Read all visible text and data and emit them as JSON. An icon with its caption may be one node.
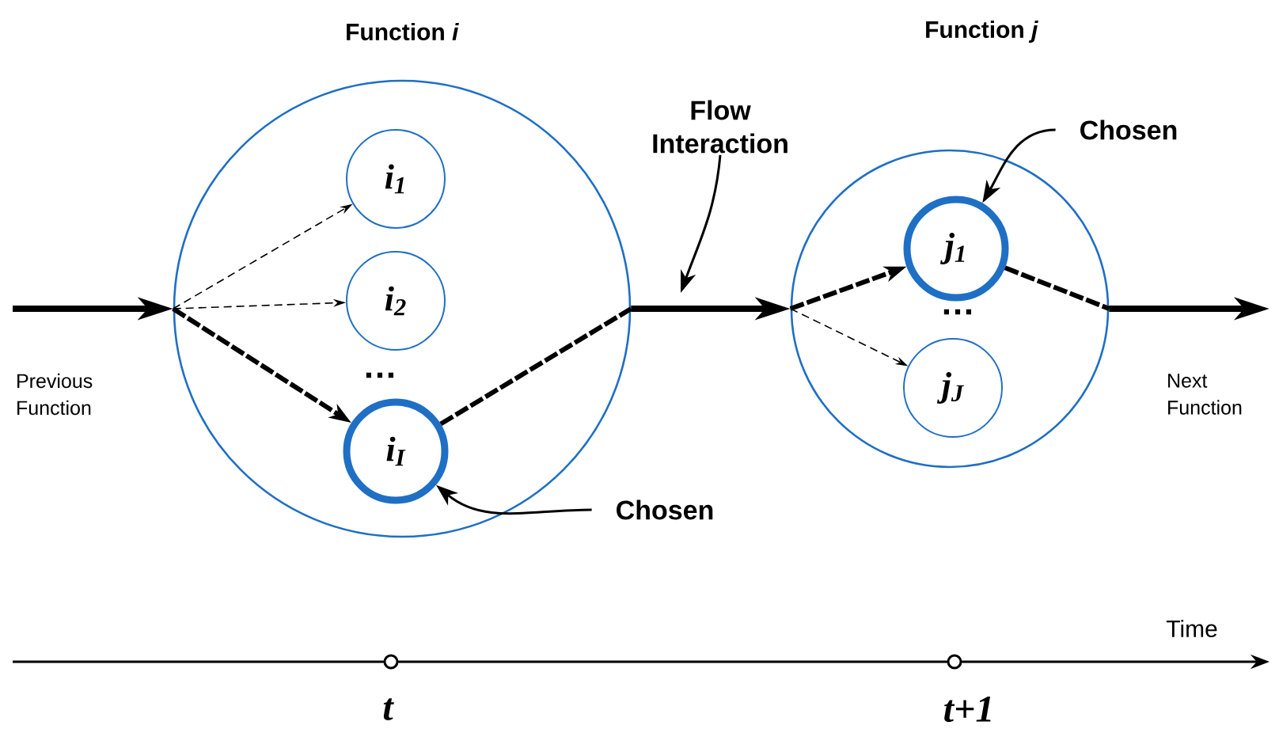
{
  "diagram": {
    "nodes": [
      {
        "text": [
          "Function *i*"
        ]
      },
      {
        "text": [
          "i$_{1}$"
        ],
        "in": 0
      },
      {
        "text": [
          "i$_{2}$"
        ],
        "in": 0
      },
      {
        "text": [
          "i$_{I}$"
        ],
        "in": 0
      },
      {
        "text": [
          "Function *j*"
        ]
      },
      {
        "text": [
          "j$_{1}$"
        ],
        "in": 4
      },
      {
        "text": [
          "j$_{J}$"
        ],
        "in": 4
      },
      {
        "text": [
          "Chosen"
        ]
      },
      {
        "text": [
          "Chosen"
        ]
      },
      {
        "text": [
          "Flow Interaction"
        ]
      }
    ],
    "edges": [
      {
        "from": null,
        "to": 0,
        "arrow": "to"
      },
      {
        "from": 0,
        "to": 1,
        "arrow": "to",
        "style": "dashed"
      },
      {
        "from": 0,
        "to": 2,
        "arrow": "to",
        "style": "dashed"
      },
      {
        "from": 0,
        "to": 3,
        "arrow": "to",
        "style": "dashed"
      },
      {
        "from": 3,
        "to": 0,
        "arrow": "none",
        "style": "dashed"
      },
      {
        "from": 0,
        "to": 4,
        "arrow": "to"
      },
      {
        "from": 4,
        "to": 5,
        "arrow": "to",
        "style": "dashed"
      },
      {
        "from": 4,
        "to": 6,
        "arrow": "to",
        "style": "dashed"
      },
      {
        "from": 5,
        "to": 4,
        "arrow": "none",
        "style": "dashed"
      },
      {
        "from": 4,
        "to": null,
        "arrow": "to"
      },
      {
        "from": 7,
        "to": 3,
        "arrow": "to"
      },
      {
        "from": 8,
        "to": 5,
        "arrow": "to"
      },
      {
        "from": 9,
        "to": null,
        "arrow": "to"
      }
    ],
    "labels": [
      "…",
      "…",
      "Previous Function",
      "Next Function",
      "Time",
      "t",
      "t+1"
    ]
  }
}
